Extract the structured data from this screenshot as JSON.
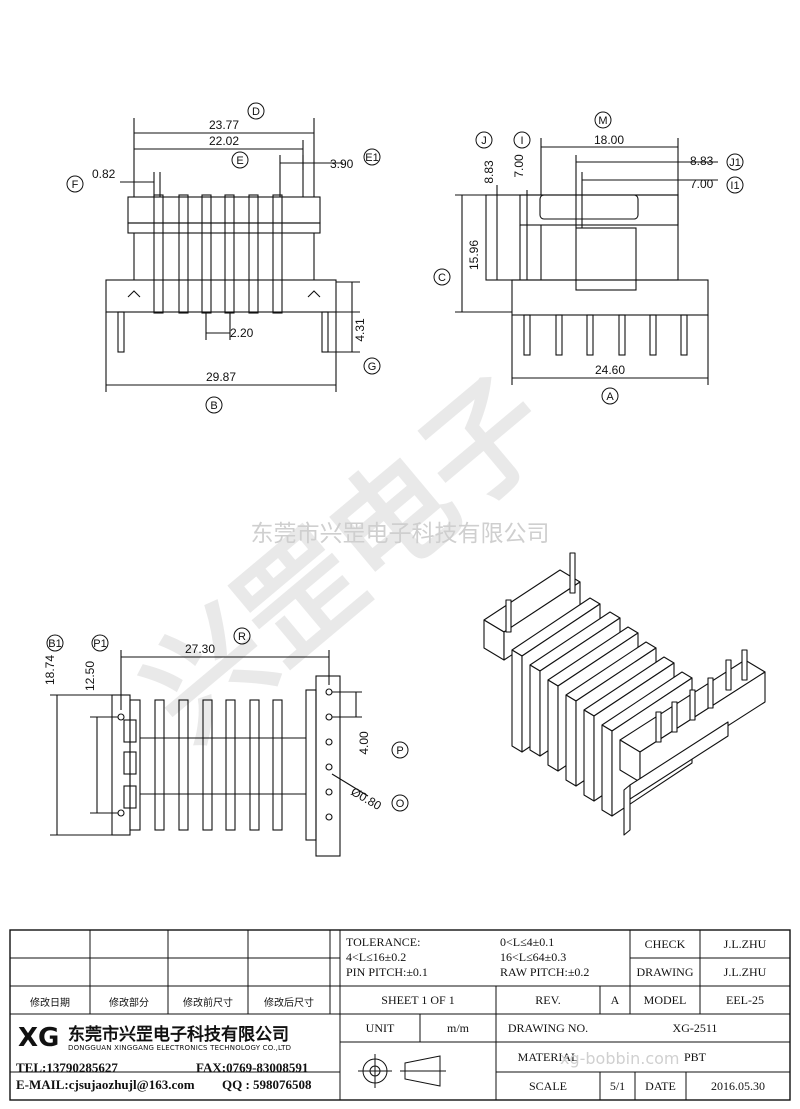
{
  "dims": {
    "d_2377": "23.77",
    "d_2202": "22.02",
    "d_390": "3.90",
    "d_082": "0.82",
    "d_220": "2.20",
    "d_431": "4.31",
    "d_2987": "29.87",
    "d_1800": "18.00",
    "d_883_left": "8.83",
    "d_700_left": "7.00",
    "d_883_right": "8.83",
    "d_700_right": "7.00",
    "d_1596": "15.96",
    "d_2460": "24.60",
    "d_2730": "27.30",
    "d_1874": "18.74",
    "d_1250": "12.50",
    "d_400": "4.00",
    "d_080": "Ø0.80"
  },
  "labels": {
    "D": "D",
    "E": "E",
    "E1": "E1",
    "F": "F",
    "B": "B",
    "G": "G",
    "M": "M",
    "J": "J",
    "I": "I",
    "J1": "J1",
    "I1": "I1",
    "C": "C",
    "A": "A",
    "B1": "B1",
    "P1": "P1",
    "R": "R",
    "P": "P",
    "O": "O"
  },
  "watermark": {
    "company": "东莞市兴罡电子科技有限公司",
    "logo_text": "兴罡电子"
  },
  "title_block": {
    "tolerance_label": "TOLERANCE:",
    "tol_line1": "4<L≤16±0.2",
    "tol_line2": "PIN PITCH:±0.1",
    "tol_right1": "0<L≤4±0.1",
    "tol_right2": "16<L≤64±0.3",
    "tol_right3": "RAW PITCH:±0.2",
    "check_label": "CHECK",
    "check_value": "J.L.ZHU",
    "drawing_label": "DRAWING",
    "drawing_value": "J.L.ZHU",
    "rev_headers": [
      "修改日期",
      "修改部分",
      "修改前尺寸",
      "修改后尺寸"
    ],
    "sheet": "SHEET 1 OF 1",
    "rev_label": "REV.",
    "rev_value": "A",
    "model_label": "MODEL",
    "model_value": "EEL-25",
    "unit_label": "UNIT",
    "unit_value": "m/m",
    "drawing_no_label": "DRAWING NO.",
    "drawing_no_value": "XG-2511",
    "material_label": "MATERIAL",
    "material_value": "PBT",
    "material_watermark": "xg-bobbin.com",
    "scale_label": "SCALE",
    "scale_value": "5/1",
    "date_label": "DATE",
    "date_value": "2016.05.30",
    "company_cn": "东莞市兴罡电子科技有限公司",
    "company_en": "DONGGUAN XINGGANG ELECTRONICS TECHNOLOGY CO.,LTD",
    "logo": "XG",
    "tel": "TEL:13790285627",
    "fax": "FAX:0769-83008591",
    "email": "E-MAIL:cjsujaozhujl@163.com",
    "qq": "QQ : 598076508"
  },
  "colors": {
    "line": "#111111",
    "watermark": "#cfcfcf"
  }
}
